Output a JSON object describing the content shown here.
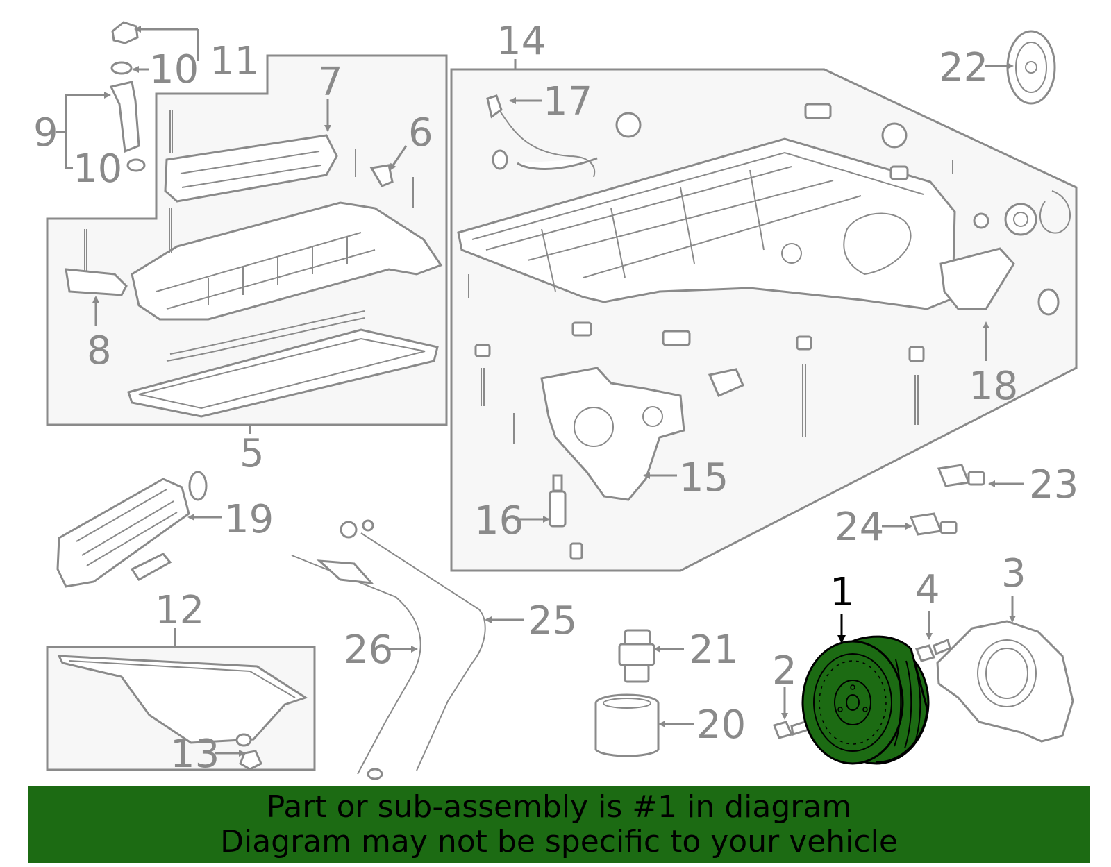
{
  "labels": {
    "n1": "1",
    "n2": "2",
    "n3": "3",
    "n4": "4",
    "n5": "5",
    "n6": "6",
    "n7": "7",
    "n8": "8",
    "n9": "9",
    "n10a": "10",
    "n10b": "10",
    "n11": "11",
    "n12": "12",
    "n13": "13",
    "n14": "14",
    "n15": "15",
    "n16": "16",
    "n17": "17",
    "n18": "18",
    "n19": "19",
    "n20": "20",
    "n21": "21",
    "n22": "22",
    "n23": "23",
    "n24": "24",
    "n25": "25",
    "n26": "26"
  },
  "highlighted_part": "1",
  "banner": {
    "line1": "Part or sub-assembly is #1 in diagram",
    "line2": "Diagram may not be specific to your vehicle"
  },
  "colors": {
    "line": "#8a8a8a",
    "highlight_fill": "#1c6b13",
    "banner_bg": "#1c6b13",
    "panel_bg": "#f7f7f7"
  }
}
